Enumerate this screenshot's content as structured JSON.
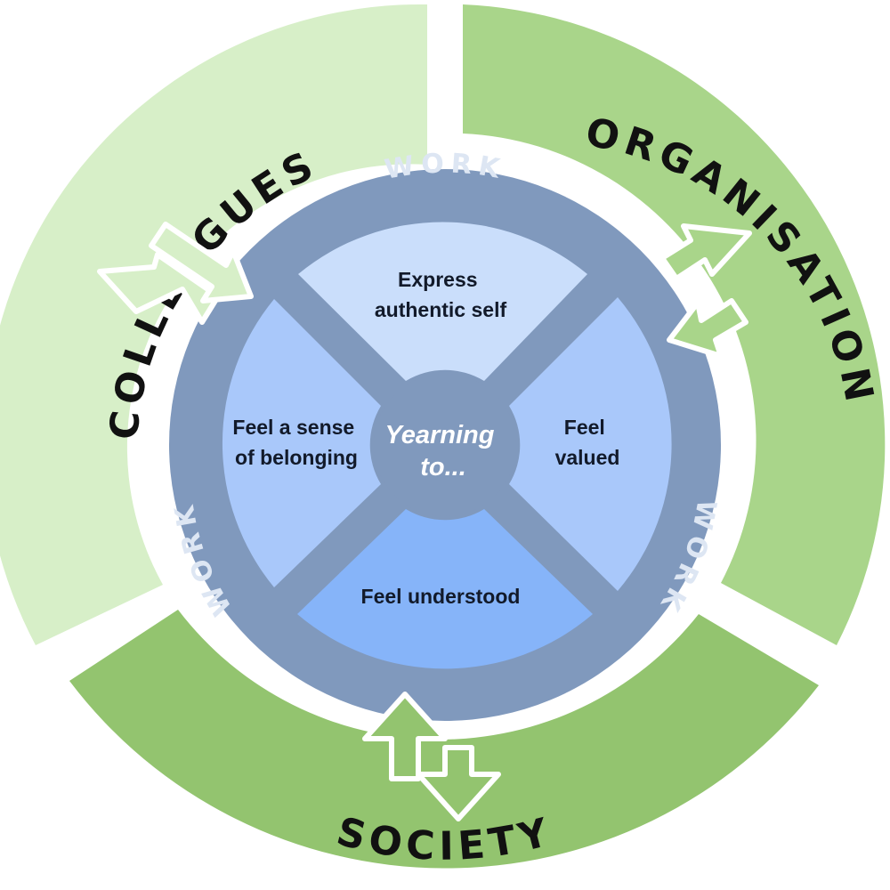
{
  "outer_ring": {
    "colleagues": {
      "label": "COLLEAGUES",
      "color": "#d7efc8"
    },
    "organisation": {
      "label": "ORGANISATION",
      "color": "#a9d58a"
    },
    "society": {
      "label": "SOCIETY",
      "color": "#93c46f"
    }
  },
  "work_ring": {
    "labels": [
      "WORK",
      "WORK",
      "WORK"
    ],
    "color": "#8099bd"
  },
  "quadrants": {
    "top": {
      "lines": [
        "Express",
        "authentic self"
      ],
      "color": "#cadefb"
    },
    "right": {
      "lines": [
        "Feel",
        "valued"
      ],
      "color": "#a9c8fa"
    },
    "bottom": {
      "lines": [
        "Feel understood"
      ],
      "color": "#86b4f9"
    },
    "left": {
      "lines": [
        "Feel a sense",
        "of belonging"
      ],
      "color": "#a9c8fa"
    }
  },
  "hub": {
    "lines": [
      "Yearning",
      "to..."
    ],
    "color": "#8099bd"
  },
  "arrows": {
    "colleagues_color": "#d7efc8",
    "organisation_color": "#a9d58a",
    "society_color": "#93c46f",
    "work_color": "#8099bd"
  }
}
